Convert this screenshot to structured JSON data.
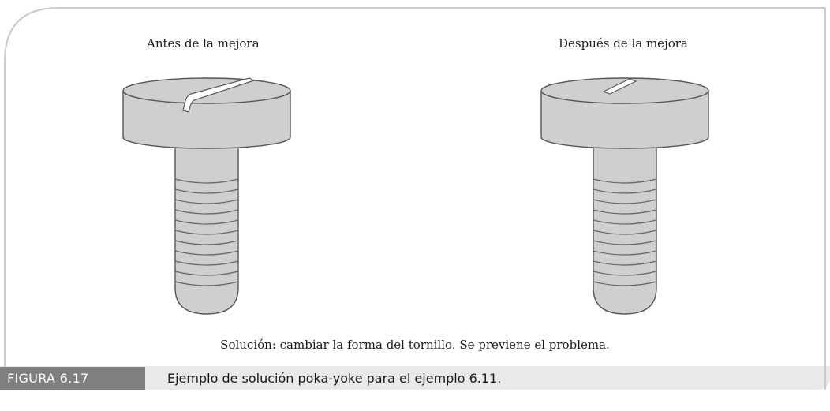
{
  "figure": {
    "label_before": "Antes de la mejora",
    "label_after": "Después de la mejora",
    "solution_text": "Solución: cambiar la forma del tornillo. Se previene el problema.",
    "figure_number": "FIGURA 6.17",
    "figure_caption": "Ejemplo de solución poka-yoke para el ejemplo 6.11."
  },
  "colors": {
    "background": "#ffffff",
    "frame_border": "#c8c8c8",
    "caption_band": "#e8e8e8",
    "screw_fill": "#cfcfcf",
    "screw_stroke": "#555555",
    "tag_background": "#7f7f7f"
  },
  "icons": [
    "screw-before-icon",
    "screw-after-icon"
  ]
}
